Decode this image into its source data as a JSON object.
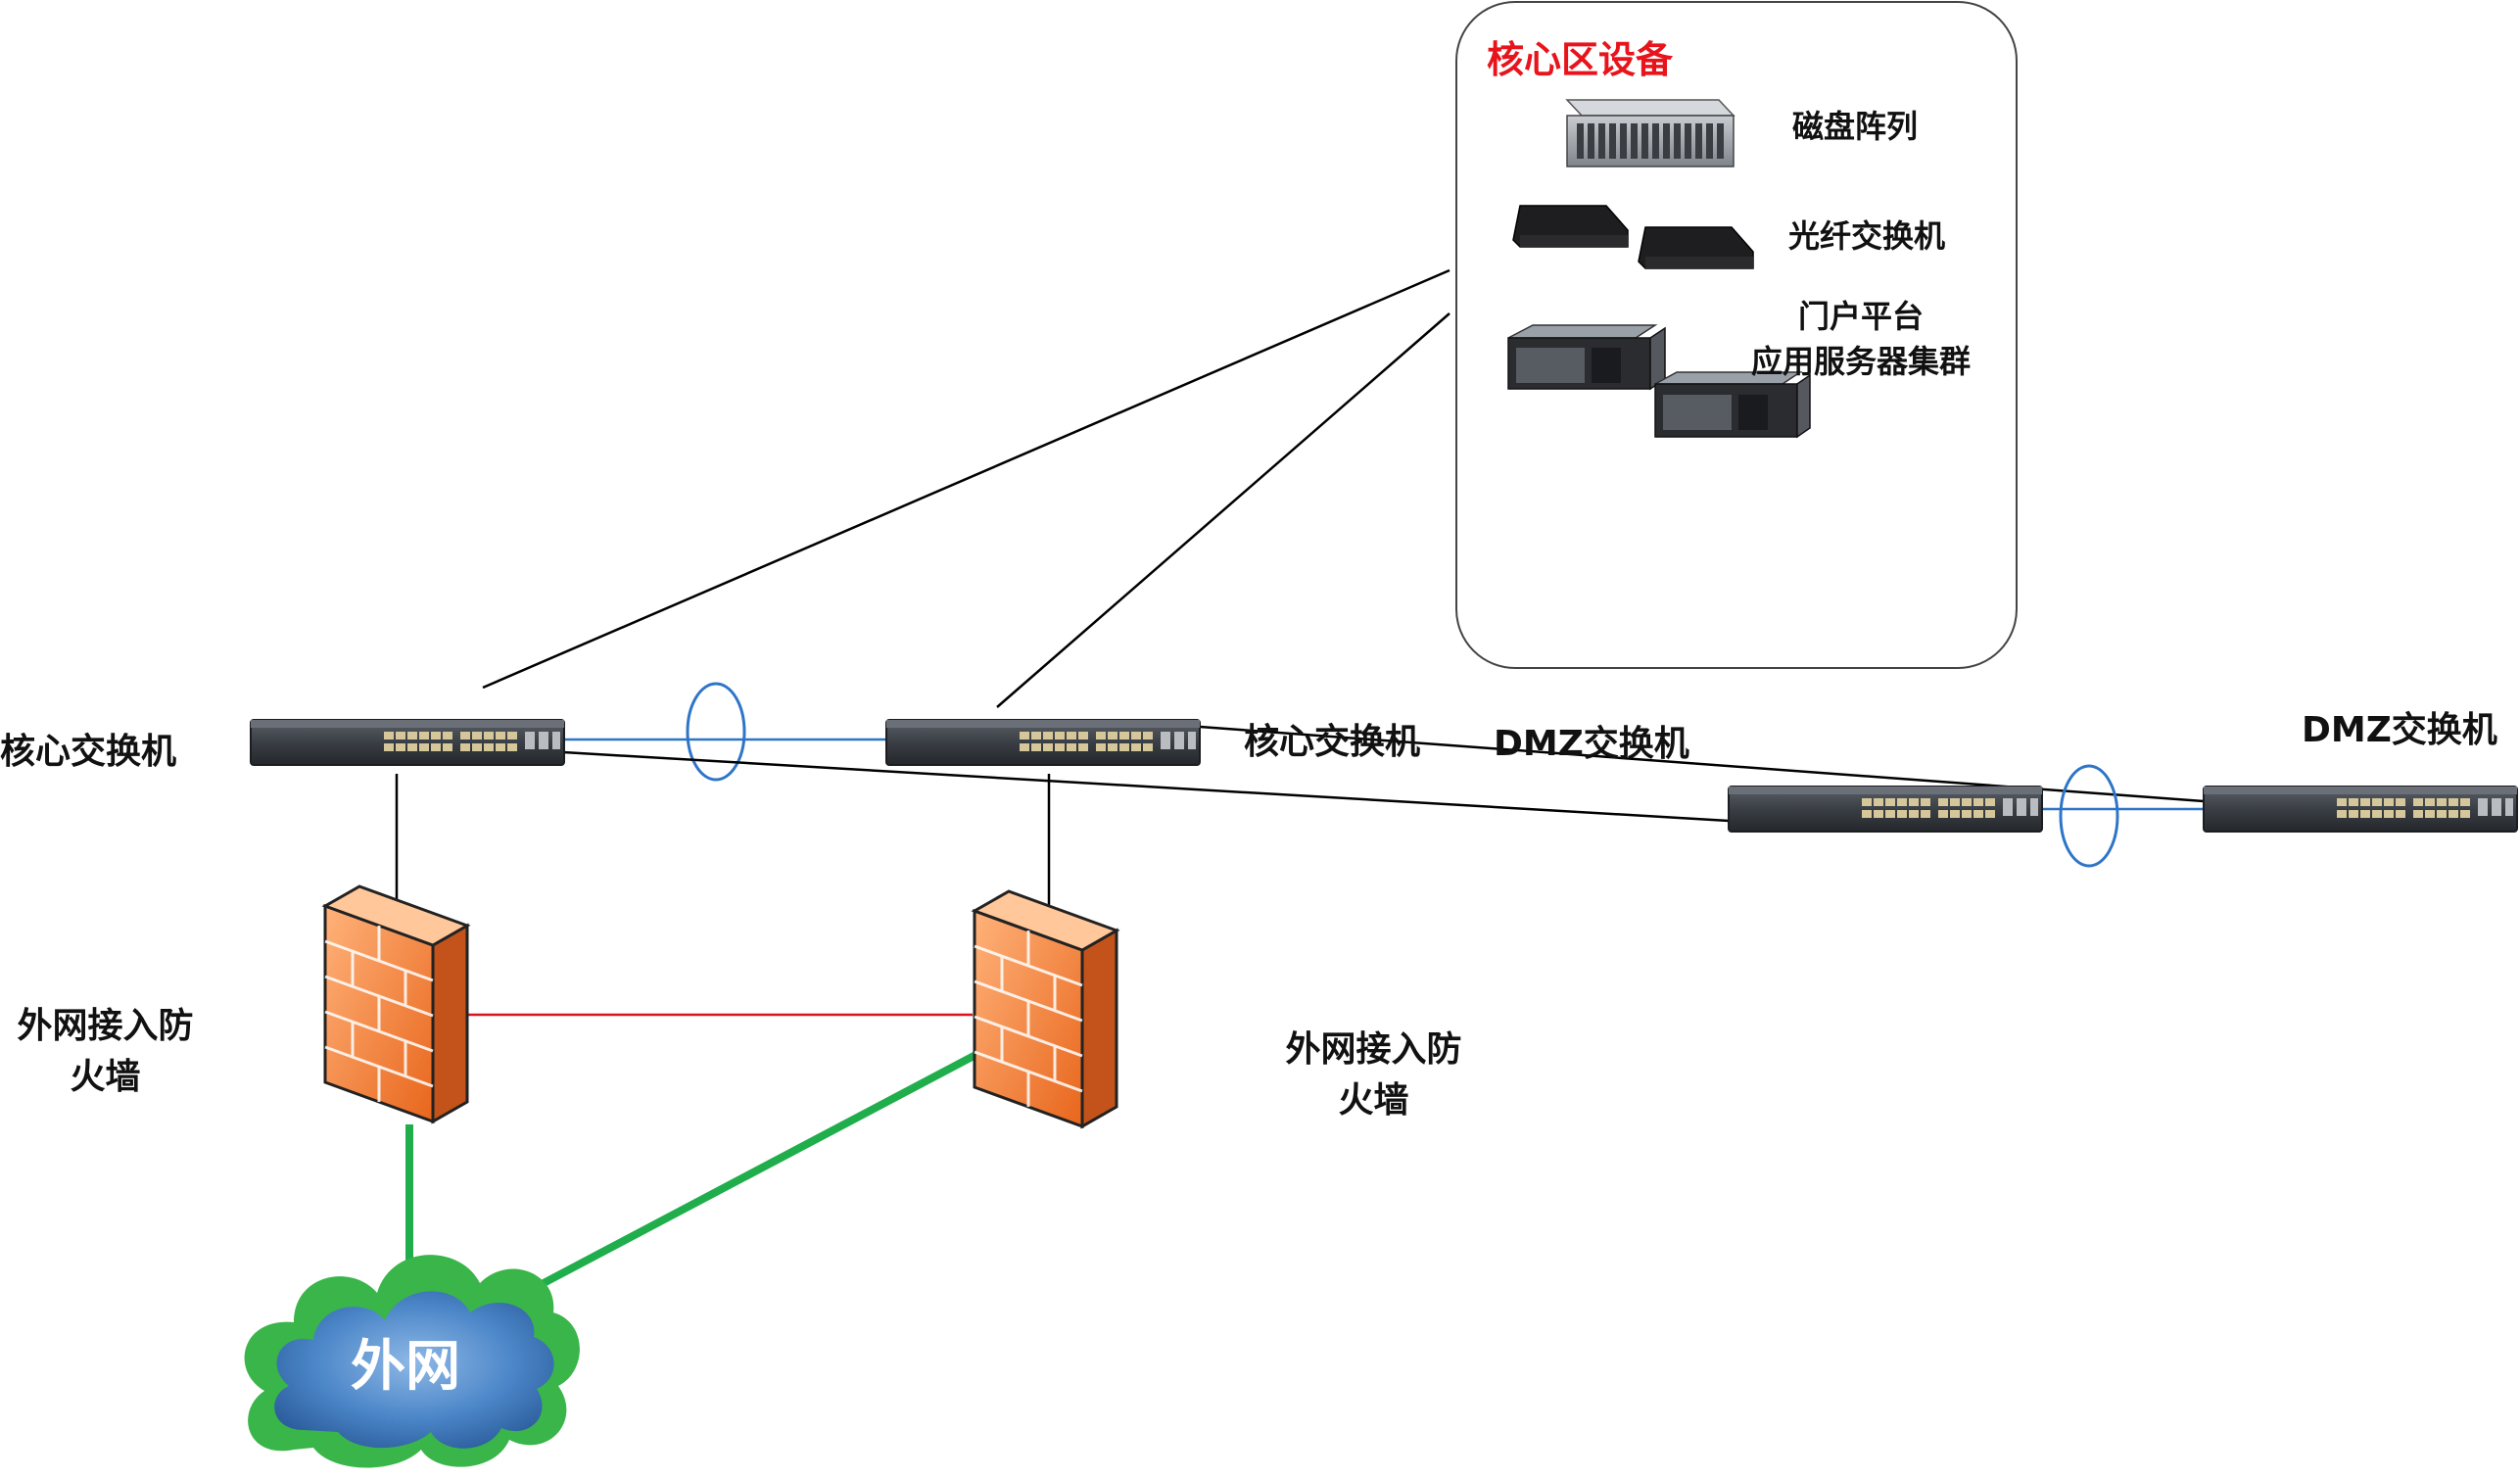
{
  "core_area": {
    "title": "核心区设备",
    "items": [
      {
        "label": "磁盘阵列",
        "icon": "disk-array-icon"
      },
      {
        "label": "光纤交换机",
        "icon": "fiber-switch-icon"
      },
      {
        "label_line1": "门户平台",
        "label_line2": "应用服务器集群",
        "icon": "server-cluster-icon"
      }
    ]
  },
  "nodes": {
    "core_switch_left": {
      "label": "核心交换机",
      "icon": "switch-icon"
    },
    "core_switch_right": {
      "label": "核心交换机",
      "icon": "switch-icon"
    },
    "dmz_switch_left": {
      "label": "DMZ交换机",
      "icon": "switch-icon"
    },
    "dmz_switch_right": {
      "label": "DMZ交换机",
      "icon": "switch-icon"
    },
    "firewall_left": {
      "label_line1": "外网接入防",
      "label_line2": "火墙",
      "icon": "firewall-icon"
    },
    "firewall_right": {
      "label_line1": "外网接入防",
      "label_line2": "火墙",
      "icon": "firewall-icon"
    },
    "internet": {
      "label": "外网",
      "icon": "cloud-icon"
    }
  },
  "colors": {
    "core_title": "#e8141c",
    "link_black": "#000000",
    "link_blue": "#2e75c7",
    "link_red": "#d9141c",
    "link_green": "#1fae4b",
    "firewall": "#f07a2a",
    "cloud": "#39b54a"
  }
}
